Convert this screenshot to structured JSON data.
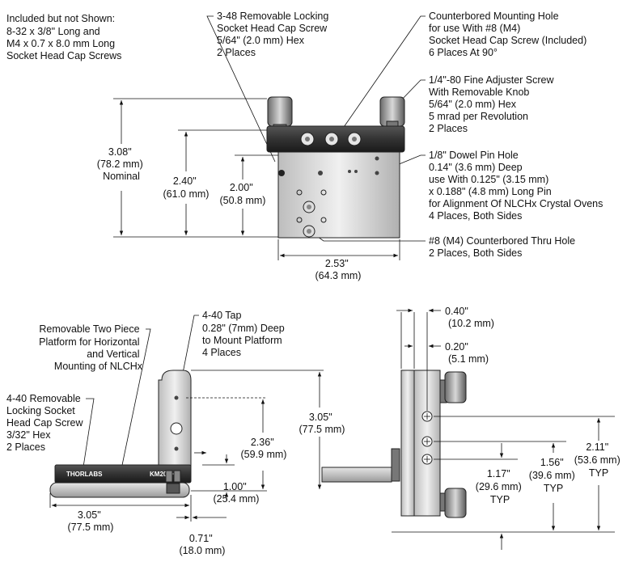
{
  "front_view": {
    "included_note": [
      "Included but not Shown:",
      "8-32 x 3/8\" Long and",
      "M4 x 0.7 x 8.0 mm Long",
      "Socket Head Cap Screws"
    ],
    "locking_screw": [
      "3-48 Removable Locking",
      "Socket Head Cap Screw",
      "5/64\" (2.0 mm) Hex",
      "2 Places"
    ],
    "counterbored_hole": [
      "Counterbored Mounting Hole",
      "for use With #8 (M4)",
      "Socket Head Cap Screw (Included)",
      "6 Places At 90°"
    ],
    "fine_adjuster": [
      "1/4\"-80 Fine Adjuster Screw",
      "With Removable Knob",
      "5/64\" (2.0 mm) Hex",
      "5 mrad per Revolution",
      "2 Places"
    ],
    "dowel_pin": [
      "1/8\" Dowel Pin Hole",
      "0.14\" (3.6 mm) Deep",
      "use With 0.125\" (3.15 mm)",
      "x 0.188\" (4.8 mm) Long Pin",
      "for Alignment Of NLCHx Crystal Ovens",
      "4 Places, Both Sides"
    ],
    "thru_hole": [
      "#8 (M4) Counterbored Thru Hole",
      "2 Places, Both Sides"
    ],
    "dim_height_total": [
      "3.08\"",
      "(78.2 mm)",
      "Nominal"
    ],
    "dim_height_240": [
      "2.40\"",
      "(61.0 mm)"
    ],
    "dim_height_200": [
      "2.00\"",
      "(50.8 mm)"
    ],
    "dim_width": [
      "2.53\"",
      "(64.3 mm)"
    ]
  },
  "side_view": {
    "tap": [
      "4-40 Tap",
      "0.28\" (7mm) Deep",
      "to Mount Platform",
      "4 Places"
    ],
    "platform": [
      "Removable Two Piece",
      "Platform for Horizontal",
      "and Vertical",
      "Mounting of NLCHx"
    ],
    "locking_screw": [
      "4-40 Removable",
      "Locking Socket",
      "Head Cap Screw",
      "3/32\" Hex",
      "2 Places"
    ],
    "brand": "THORLABS",
    "model": "KM200HM",
    "dim_305_vert": [
      "3.05\"",
      "(77.5 mm)"
    ],
    "dim_236": [
      "2.36\"",
      "(59.9 mm)"
    ],
    "dim_100": [
      "1.00\"",
      "(25.4 mm)"
    ],
    "dim_305_horiz": [
      "3.05\"",
      "(77.5 mm)"
    ],
    "dim_071": [
      "0.71\"",
      "(18.0 mm)"
    ]
  },
  "end_view": {
    "dim_040": [
      "0.40\"",
      "(10.2 mm)"
    ],
    "dim_020": [
      "0.20\"",
      "(5.1 mm)"
    ],
    "dim_211": [
      "2.11\"",
      "(53.6 mm)",
      "TYP"
    ],
    "dim_156": [
      "1.56\"",
      "(39.6 mm)",
      "TYP"
    ],
    "dim_117": [
      "1.17\"",
      "(29.6 mm)",
      "TYP"
    ]
  }
}
